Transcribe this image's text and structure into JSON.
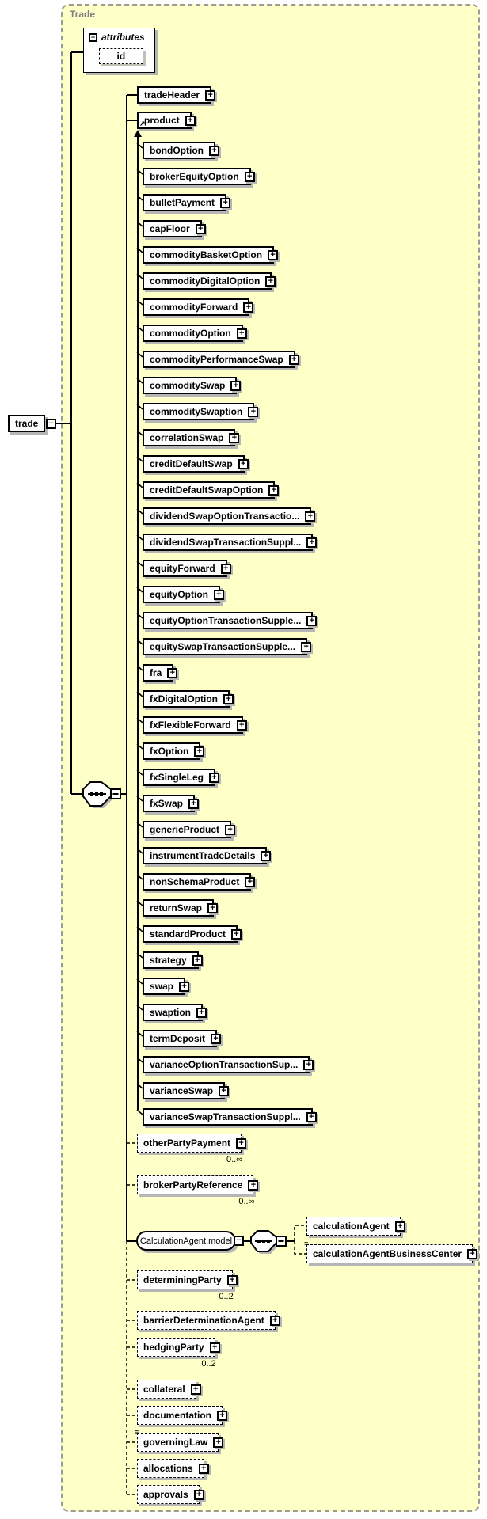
{
  "diagram": {
    "container_label": "Trade",
    "root_element": {
      "label": "trade"
    },
    "attributes_panel": {
      "label": "attributes",
      "attributes": [
        {
          "label": "id"
        }
      ]
    },
    "children": {
      "trade_header": {
        "label": "tradeHeader"
      },
      "product": {
        "label": "product"
      },
      "product_substitutions": [
        "bondOption",
        "brokerEquityOption",
        "bulletPayment",
        "capFloor",
        "commodityBasketOption",
        "commodityDigitalOption",
        "commodityForward",
        "commodityOption",
        "commodityPerformanceSwap",
        "commoditySwap",
        "commoditySwaption",
        "correlationSwap",
        "creditDefaultSwap",
        "creditDefaultSwapOption",
        "dividendSwapOptionTransactio...",
        "dividendSwapTransactionSuppl...",
        "equityForward",
        "equityOption",
        "equityOptionTransactionSupple...",
        "equitySwapTransactionSupple...",
        "fra",
        "fxDigitalOption",
        "fxFlexibleForward",
        "fxOption",
        "fxSingleLeg",
        "fxSwap",
        "genericProduct",
        "instrumentTradeDetails",
        "nonSchemaProduct",
        "returnSwap",
        "standardProduct",
        "strategy",
        "swap",
        "swaption",
        "termDeposit",
        "varianceOptionTransactionSup...",
        "varianceSwap",
        "varianceSwapTransactionSuppl..."
      ],
      "optional_elements": [
        {
          "label": "otherPartyPayment",
          "occurrence": "0..∞"
        },
        {
          "label": "brokerPartyReference",
          "occurrence": "0..∞"
        },
        {
          "label": "determiningParty",
          "occurrence": "0..2"
        },
        {
          "label": "barrierDeterminationAgent",
          "occurrence": ""
        },
        {
          "label": "hedgingParty",
          "occurrence": "0..2"
        },
        {
          "label": "collateral",
          "occurrence": ""
        },
        {
          "label": "documentation",
          "occurrence": ""
        },
        {
          "label": "governingLaw",
          "occurrence": ""
        },
        {
          "label": "allocations",
          "occurrence": ""
        },
        {
          "label": "approvals",
          "occurrence": ""
        }
      ],
      "model_group": {
        "label": "CalculationAgent.model",
        "children": [
          {
            "label": "calculationAgent"
          },
          {
            "label": "calculationAgentBusinessCenter"
          }
        ]
      }
    },
    "icons": {
      "expand": "+",
      "collapse": "−",
      "reference": "≡",
      "substitution_arrow": "↗"
    },
    "colors": {
      "canvas_fill": "#FFFFC8",
      "container_border": "#9A9A9A",
      "container_label": "#808080",
      "box_border": "#000000",
      "shadow": "#B6B6B6"
    }
  }
}
